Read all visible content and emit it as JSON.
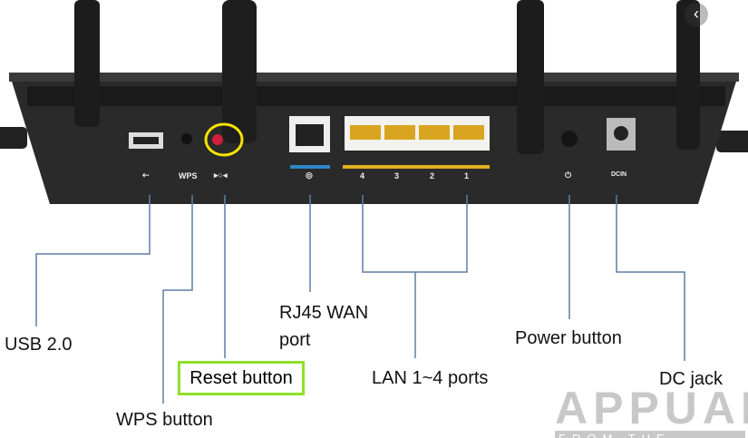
{
  "labels": {
    "usb": "USB 2.0",
    "wps": "WPS button",
    "reset": "Reset button",
    "wan_line1": "RJ45 WAN",
    "wan_line2": "port",
    "lan": "LAN 1~4 ports",
    "power": "Power button",
    "dc": "DC jack"
  },
  "panel_markings": {
    "wps": "WPS",
    "lan_numbers": [
      "4",
      "3",
      "2",
      "1"
    ],
    "dcin": "DCIN"
  },
  "watermark": {
    "main": "APPUALS",
    "sub": "FROM THE EXPERTS!"
  },
  "nav": {
    "back_glyph": "‹"
  },
  "colors": {
    "leader_line": "#5b7fa6",
    "highlight_circle": "#f5e400",
    "reset_box_border": "#8fe028",
    "wan_bar": "#2f86c8",
    "lan_bar": "#e0b020"
  }
}
